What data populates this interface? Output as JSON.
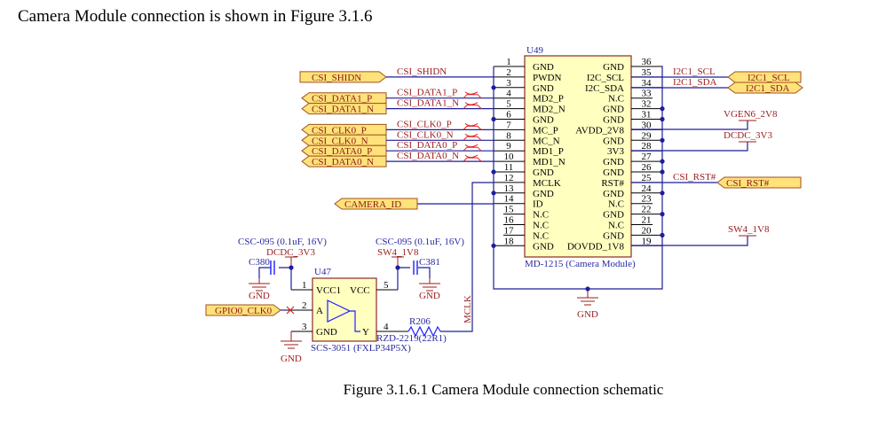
{
  "document": {
    "intro": "Camera Module connection is shown in Figure 3.1.6",
    "caption": "Figure 3.1.6.1 Camera Module connection schematic"
  },
  "u49": {
    "ref": "U49",
    "part": "MD-1215 (Camera Module)",
    "left_pins": [
      {
        "num": "1",
        "name": "GND"
      },
      {
        "num": "2",
        "name": "PWDN"
      },
      {
        "num": "3",
        "name": "GND"
      },
      {
        "num": "4",
        "name": "MD2_P"
      },
      {
        "num": "5",
        "name": "MD2_N"
      },
      {
        "num": "6",
        "name": "GND"
      },
      {
        "num": "7",
        "name": "MC_P"
      },
      {
        "num": "8",
        "name": "MC_N"
      },
      {
        "num": "9",
        "name": "MD1_P"
      },
      {
        "num": "10",
        "name": "MD1_N"
      },
      {
        "num": "11",
        "name": "GND"
      },
      {
        "num": "12",
        "name": "MCLK"
      },
      {
        "num": "13",
        "name": "GND"
      },
      {
        "num": "14",
        "name": "ID"
      },
      {
        "num": "15",
        "name": "N.C"
      },
      {
        "num": "16",
        "name": "N.C"
      },
      {
        "num": "17",
        "name": "N.C"
      },
      {
        "num": "18",
        "name": "GND"
      }
    ],
    "right_pins": [
      {
        "num": "36",
        "name": "GND"
      },
      {
        "num": "35",
        "name": "I2C_SCL"
      },
      {
        "num": "34",
        "name": "I2C_SDA"
      },
      {
        "num": "33",
        "name": "N.C"
      },
      {
        "num": "32",
        "name": "GND"
      },
      {
        "num": "31",
        "name": "GND"
      },
      {
        "num": "30",
        "name": "AVDD_2V8"
      },
      {
        "num": "29",
        "name": "GND"
      },
      {
        "num": "28",
        "name": "3V3"
      },
      {
        "num": "27",
        "name": "GND"
      },
      {
        "num": "26",
        "name": "GND"
      },
      {
        "num": "25",
        "name": "RST#"
      },
      {
        "num": "24",
        "name": "GND"
      },
      {
        "num": "23",
        "name": "N.C"
      },
      {
        "num": "22",
        "name": "GND"
      },
      {
        "num": "21",
        "name": "N.C"
      },
      {
        "num": "20",
        "name": "GND"
      },
      {
        "num": "19",
        "name": "DOVDD_1V8"
      }
    ]
  },
  "left_nets": [
    {
      "pin": 2,
      "port": "CSI_SHIDN",
      "label": "CSI_SHIDN",
      "dir": "out",
      "diff": false
    },
    {
      "pin": 4,
      "port": "CSI_DATA1_P",
      "label": "CSI_DATA1_P",
      "dir": "in",
      "diff": true
    },
    {
      "pin": 5,
      "port": "CSI_DATA1_N",
      "label": "CSI_DATA1_N",
      "dir": "in",
      "diff": true
    },
    {
      "pin": 7,
      "port": "CSI_CLK0_P",
      "label": "CSI_CLK0_P",
      "dir": "in",
      "diff": true
    },
    {
      "pin": 8,
      "port": "CSI_CLK0_N",
      "label": "CSI_CLK0_N",
      "dir": "in",
      "diff": true
    },
    {
      "pin": 9,
      "port": "CSI_DATA0_P",
      "label": "CSI_DATA0_P",
      "dir": "in",
      "diff": true
    },
    {
      "pin": 10,
      "port": "CSI_DATA0_N",
      "label": "CSI_DATA0_N",
      "dir": "in",
      "diff": true
    }
  ],
  "right_nets": {
    "i2c_scl_label": "I2C1_SCL",
    "i2c_scl_port": "I2C1_SCL",
    "i2c_sda_label": "I2C1_SDA",
    "i2c_sda_port": "I2C1_SDA",
    "avdd_power": "VGEN6_2V8",
    "v3v3_power": "DCDC_3V3",
    "rst_label": "CSI_RST#",
    "rst_port": "CSI_RST#",
    "dovdd_power": "SW4_1V8"
  },
  "camera_id_port": "CAMERA_ID",
  "gnd_label": "GND",
  "mclk_label": "MCLK",
  "u47": {
    "ref": "U47",
    "part": "SCS-3051 (FXLP34P5X)",
    "pin_vcc1": "VCC1",
    "pin_vcc": "VCC",
    "pin_a": "A",
    "pin_y": "Y",
    "pin_gnd": "GND",
    "pin_nums": [
      "1",
      "2",
      "3",
      "4",
      "5"
    ],
    "input_port": "GPIO0_CLK0"
  },
  "c380": {
    "ref": "C380",
    "value": "CSC-095 (0.1uF, 16V)",
    "power": "DCDC_3V3"
  },
  "c381": {
    "ref": "C381",
    "value": "CSC-095 (0.1uF, 16V)",
    "power": "SW4_1V8"
  },
  "r206": {
    "ref": "R206",
    "value": "RZD-2219(22R1)"
  },
  "colors": {
    "wire": "#1e1e9a",
    "net_label": "#9b1c1c",
    "component_label": "#2a2aa0",
    "body_fill": "#ffffc0",
    "port_fill": "#ffe27a"
  }
}
